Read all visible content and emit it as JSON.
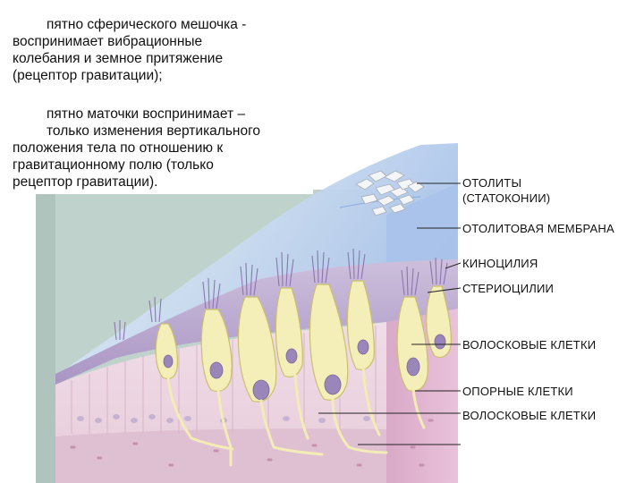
{
  "captions": {
    "saccule_first": "пятно сферического мешочка -",
    "saccule_rest": [
      "воспринимает вибрационные",
      "колебания и земное притяжение",
      "(рецептор гравитации);"
    ],
    "utricle_first": "пятно маточки воспринимает –",
    "utricle_rest": [
      "только изменения вертикального",
      "положения тела по отношению к",
      "гравитационному полю (только",
      "рецептор гравитации)."
    ]
  },
  "labels": {
    "otoliths": "ОТОЛИТЫ",
    "statoconia": "(СТАТОКОНИИ)",
    "otolith_membrane": "ОТОЛИТОВАЯ МЕМБРАНА",
    "kinocilium": "КИНОЦИЛИЯ",
    "stereocilia": "СТЕРИОЦИЛИИ",
    "hair_cells_1": "ВОЛОСКОВЫЕ КЛЕТКИ",
    "supporting_cells": "ОПОРНЫЕ КЛЕТКИ",
    "hair_cells_2": "ВОЛОСКОВЫЕ КЛЕТКИ"
  },
  "colors": {
    "background_block": "#bfd3cc",
    "membrane_blue": "#b9d0ee",
    "otolith_white": "#f3f4f6",
    "cilia_lilac": "#b9a5cc",
    "epithelium_pink": "#ecd6e2",
    "hair_cell_cream": "#f4eeb8",
    "nucleus_purple": "#9a86b8",
    "leader_line": "#222222"
  }
}
